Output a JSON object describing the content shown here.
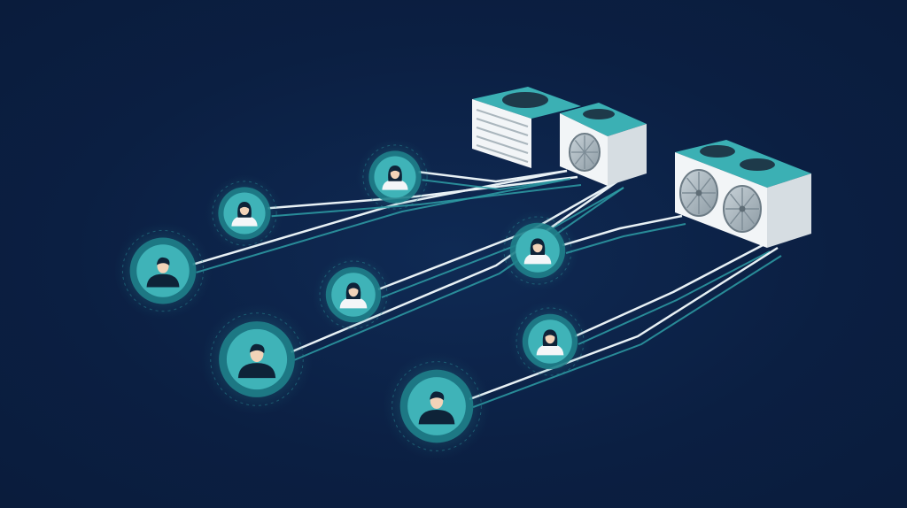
{
  "scene": {
    "background_color": "#0c2247",
    "accent_color": "#3fb3b8",
    "line_color": "#e8f1f5",
    "line_secondary_color": "#2e9ea6",
    "unit_body_color": "#f2f5f7",
    "unit_top_color": "#3bb0b4"
  },
  "units": [
    {
      "id": "unit-left",
      "icon": "condenser-unit-icon",
      "fans": 2
    },
    {
      "id": "unit-right",
      "icon": "condenser-unit-icon",
      "fans": 2
    }
  ],
  "users": [
    {
      "id": "user-1",
      "icon": "male-user-avatar-icon",
      "target": "unit-left"
    },
    {
      "id": "user-2",
      "icon": "female-user-avatar-icon",
      "target": "unit-left"
    },
    {
      "id": "user-3",
      "icon": "female-user-avatar-icon",
      "target": "unit-left"
    },
    {
      "id": "user-4",
      "icon": "male-user-avatar-icon",
      "target": "unit-left"
    },
    {
      "id": "user-5",
      "icon": "female-user-avatar-icon",
      "target": "unit-left"
    },
    {
      "id": "user-6",
      "icon": "female-user-avatar-icon",
      "target": "unit-right"
    },
    {
      "id": "user-7",
      "icon": "male-user-avatar-icon",
      "target": "unit-right"
    },
    {
      "id": "user-8",
      "icon": "female-user-avatar-icon",
      "target": "unit-right"
    }
  ]
}
